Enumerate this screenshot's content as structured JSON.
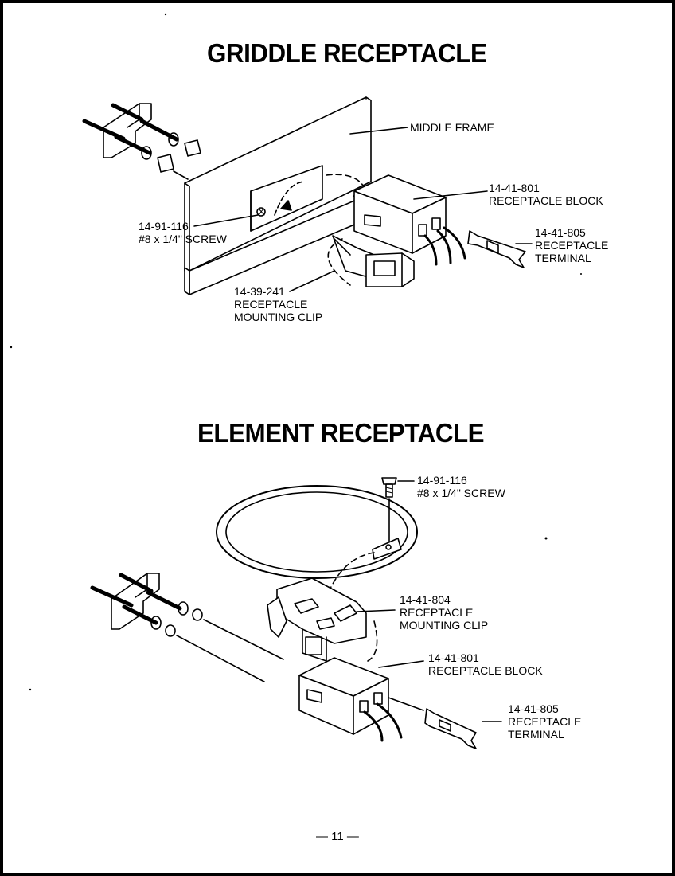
{
  "sections": {
    "griddle": {
      "title": "GRIDDLE RECEPTACLE",
      "labels": {
        "middle_frame": "MIDDLE FRAME",
        "block_part": "14-41-801",
        "block_name": "RECEPTACLE BLOCK",
        "terminal_part": "14-41-805",
        "terminal_name_1": "RECEPTACLE",
        "terminal_name_2": "TERMINAL",
        "screw_part": "14-91-116",
        "screw_name": "#8 x 1/4\" SCREW",
        "clip_part": "14-39-241",
        "clip_name_1": "RECEPTACLE",
        "clip_name_2": "MOUNTING CLIP"
      }
    },
    "element": {
      "title": "ELEMENT RECEPTACLE",
      "labels": {
        "screw_part": "14-91-116",
        "screw_name": "#8 x 1/4\" SCREW",
        "clip_part": "14-41-804",
        "clip_name_1": "RECEPTACLE",
        "clip_name_2": "MOUNTING CLIP",
        "block_part": "14-41-801",
        "block_name": "RECEPTACLE BLOCK",
        "terminal_part": "14-41-805",
        "terminal_name_1": "RECEPTACLE",
        "terminal_name_2": "TERMINAL"
      }
    }
  },
  "page_number": "— 11 —"
}
